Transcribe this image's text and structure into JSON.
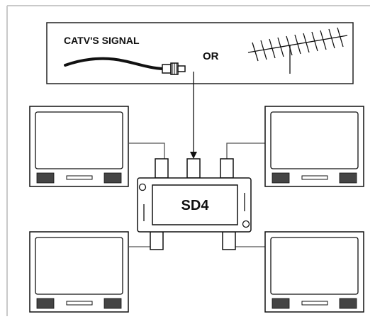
{
  "diagram": {
    "signal_source": {
      "catv_label": "CATV'S SIGNAL",
      "or_label": "OR"
    },
    "splitter": {
      "label": "SD4"
    },
    "televisions": [
      "top-left",
      "top-right",
      "bottom-left",
      "bottom-right"
    ]
  }
}
